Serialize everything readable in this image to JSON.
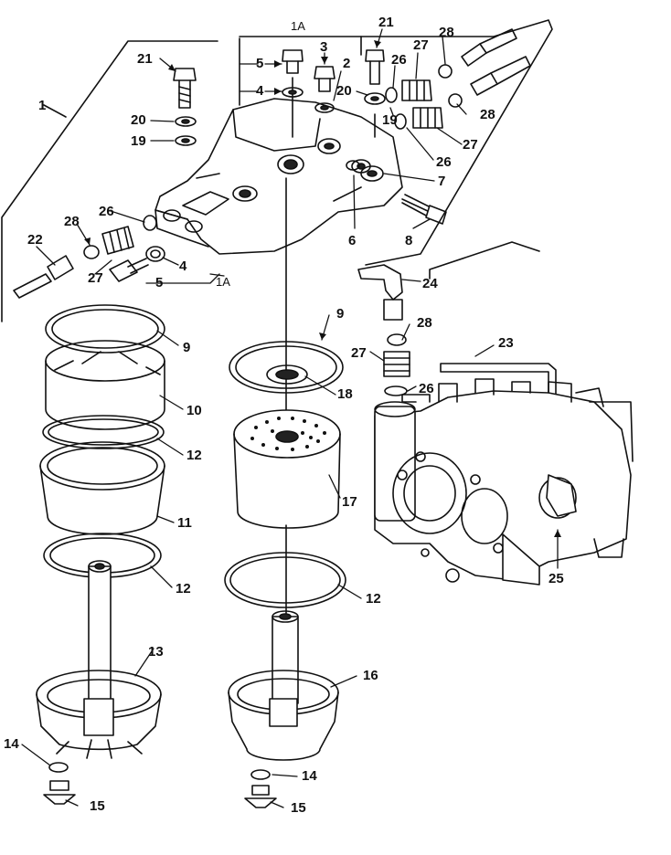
{
  "diagram": {
    "type": "exploded parts diagram",
    "colors": {
      "line": "#111111",
      "background": "#ffffff",
      "shade": "#e6e6e6",
      "dark": "#222222"
    },
    "callouts": [
      {
        "id": "c1",
        "label": "1"
      },
      {
        "id": "c1a_top",
        "label": "1A"
      },
      {
        "id": "c1a_bot",
        "label": "1A"
      },
      {
        "id": "c2",
        "label": "2"
      },
      {
        "id": "c3",
        "label": "3"
      },
      {
        "id": "c4a",
        "label": "4"
      },
      {
        "id": "c4b",
        "label": "4"
      },
      {
        "id": "c5a",
        "label": "5"
      },
      {
        "id": "c5b",
        "label": "5"
      },
      {
        "id": "c6",
        "label": "6"
      },
      {
        "id": "c7",
        "label": "7"
      },
      {
        "id": "c8",
        "label": "8"
      },
      {
        "id": "c9a",
        "label": "9"
      },
      {
        "id": "c9b",
        "label": "9"
      },
      {
        "id": "c10",
        "label": "10"
      },
      {
        "id": "c11",
        "label": "11"
      },
      {
        "id": "c12a",
        "label": "12"
      },
      {
        "id": "c12b",
        "label": "12"
      },
      {
        "id": "c12c",
        "label": "12"
      },
      {
        "id": "c13",
        "label": "13"
      },
      {
        "id": "c14a",
        "label": "14"
      },
      {
        "id": "c14b",
        "label": "14"
      },
      {
        "id": "c15a",
        "label": "15"
      },
      {
        "id": "c15b",
        "label": "15"
      },
      {
        "id": "c16",
        "label": "16"
      },
      {
        "id": "c17",
        "label": "17"
      },
      {
        "id": "c18",
        "label": "18"
      },
      {
        "id": "c19a",
        "label": "19"
      },
      {
        "id": "c19b",
        "label": "19"
      },
      {
        "id": "c20a",
        "label": "20"
      },
      {
        "id": "c20b",
        "label": "20"
      },
      {
        "id": "c21a",
        "label": "21"
      },
      {
        "id": "c21b",
        "label": "21"
      },
      {
        "id": "c22",
        "label": "22"
      },
      {
        "id": "c23",
        "label": "23"
      },
      {
        "id": "c24",
        "label": "24"
      },
      {
        "id": "c25",
        "label": "25"
      },
      {
        "id": "c26a",
        "label": "26"
      },
      {
        "id": "c26b",
        "label": "26"
      },
      {
        "id": "c26c",
        "label": "26"
      },
      {
        "id": "c26d",
        "label": "26"
      },
      {
        "id": "c27a",
        "label": "27"
      },
      {
        "id": "c27b",
        "label": "27"
      },
      {
        "id": "c27c",
        "label": "27"
      },
      {
        "id": "c27d",
        "label": "27"
      },
      {
        "id": "c28a",
        "label": "28"
      },
      {
        "id": "c28b",
        "label": "28"
      },
      {
        "id": "c28c",
        "label": "28"
      },
      {
        "id": "c28d",
        "label": "28"
      }
    ]
  }
}
